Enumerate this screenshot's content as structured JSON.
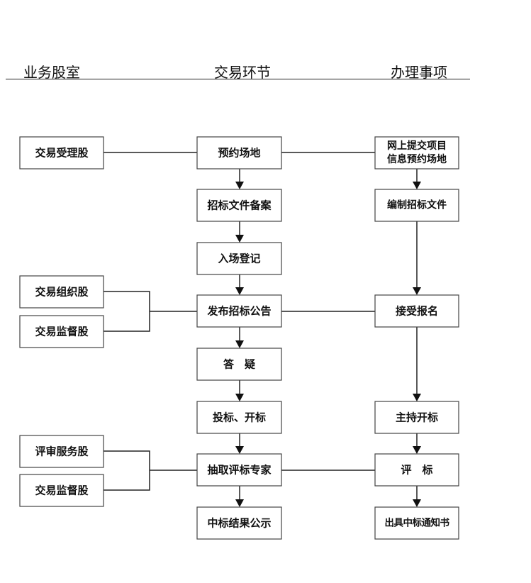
{
  "headers": {
    "left": "业务股室",
    "center": "交易环节",
    "right": "办理事项"
  },
  "left_boxes": {
    "l1": "交易受理股",
    "l2": "交易组织股",
    "l3": "交易监督股",
    "l4": "评审服务股",
    "l5": "交易监督股"
  },
  "center_boxes": {
    "c1": "预约场地",
    "c2": "招标文件备案",
    "c3": "入场登记",
    "c4": "发布招标公告",
    "c5": "答　疑",
    "c6": "投标、开标",
    "c7": "抽取评标专家",
    "c8": "中标结果公示"
  },
  "right_boxes": {
    "r1_line1": "网上提交项目",
    "r1_line2": "信息预约场地",
    "r2": "编制招标文件",
    "r3": "接受报名",
    "r4": "主持开标",
    "r5": "评　标",
    "r6": "出具中标通知书"
  }
}
